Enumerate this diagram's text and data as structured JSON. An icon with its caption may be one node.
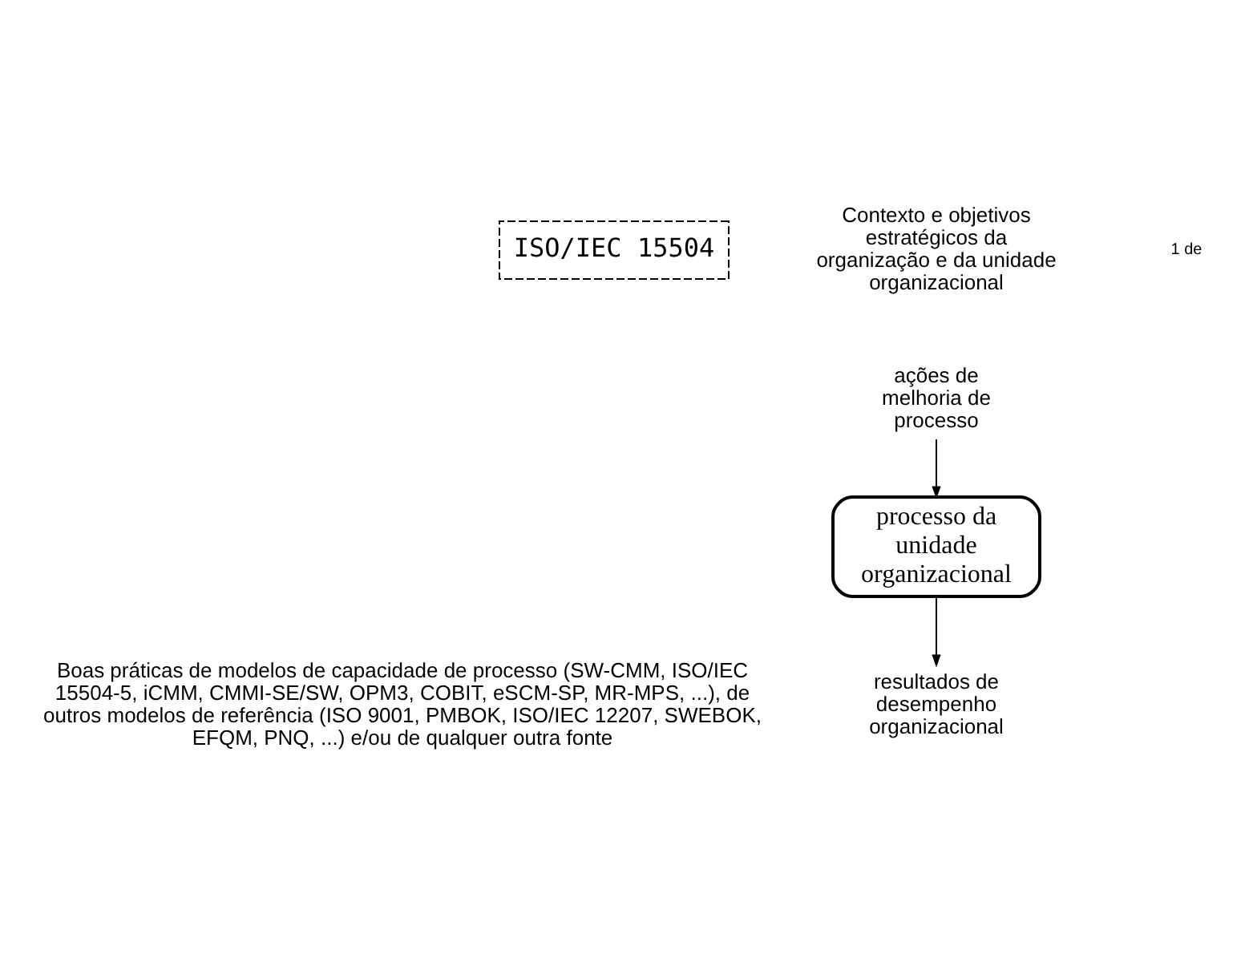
{
  "diagram": {
    "nodes": [
      {
        "text": [
          "ISO/IEC 15504"
        ]
      },
      {
        "text": [
          "ações de melhoria de processo"
        ]
      },
      {
        "text": [
          "processo da unidade organizacional"
        ]
      },
      {
        "text": [
          "resultados de desempenho organizacional"
        ]
      }
    ],
    "edges": [
      {
        "from": 1,
        "to": 2,
        "arrow": "to"
      },
      {
        "from": 2,
        "to": 3,
        "arrow": "to"
      }
    ],
    "labels": [
      "1 de",
      "Contexto e objetivos estratégicos da organização e da unidade organizacional",
      "Boas práticas de modelos de capacidade de processo (SW-CMM, ISO/IEC 15504-5, iCMM, CMMI-SE/SW, OPM3, COBIT, eSCM-SP, MR-MPS, ...), de outros modelos de referência (ISO 9001, PMBOK, ISO/IEC 12207, SWEBOK, EFQM, PNQ, ...) e/ou de qualquer outra fonte"
    ]
  }
}
